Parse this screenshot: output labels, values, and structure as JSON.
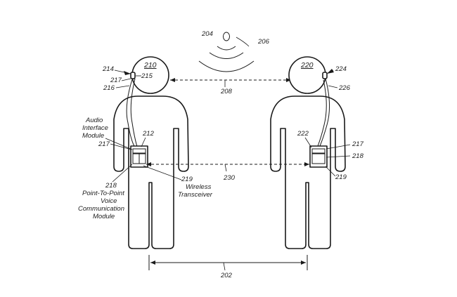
{
  "labels": {
    "signal_source": "204",
    "wave_label": "206",
    "link_label_top": "208",
    "person_left_ref": "210",
    "person_right_ref": "220",
    "left_ear_device": "214",
    "left_earpiece": "215",
    "left_cable_upper": "217",
    "left_cable": "216",
    "right_ear_device": "224",
    "right_cable": "226",
    "audio_interface_text": [
      "Audio",
      "Interface",
      "Module"
    ],
    "left_module_ref": "212",
    "left_module_217": "217",
    "left_module_218": "218",
    "p2p_text": [
      "Point-To-Point",
      "Voice",
      "Communication",
      "Module"
    ],
    "wireless_ref": "219",
    "wireless_text": [
      "Wireless",
      "Transceiver"
    ],
    "link_label_middle": "230",
    "right_module_ref": "222",
    "right_module_217": "217",
    "right_module_218": "218",
    "right_module_219": "219",
    "distance_label": "202"
  }
}
